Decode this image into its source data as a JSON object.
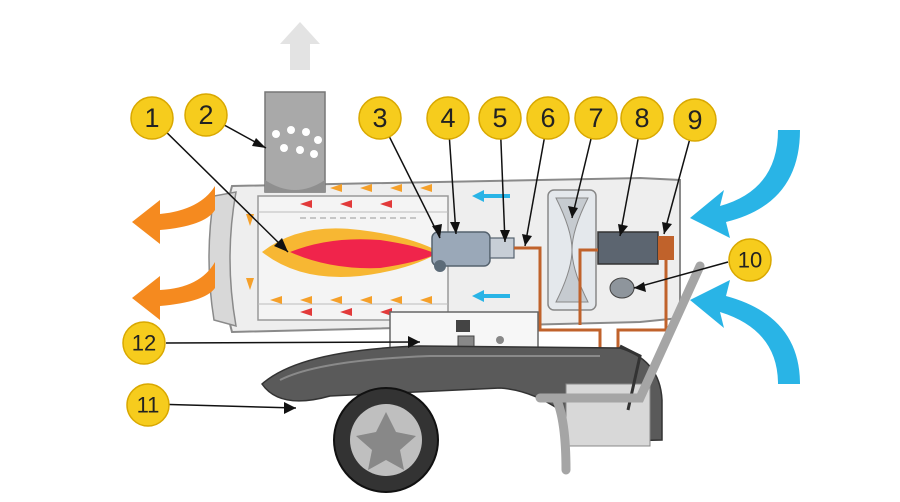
{
  "colors": {
    "callout_fill": "#f6cc1d",
    "callout_stroke": "#d9a800",
    "hot_air": "#f58a1f",
    "cold_air": "#29b4e6",
    "flame_outer": "#f7b733",
    "flame_inner": "#f0244b",
    "fuel_line": "#c0622b",
    "body_outline": "#6b6b6b",
    "chimney": "#a9a9a9",
    "tank": "#5a5a5a"
  },
  "callouts": [
    {
      "label": "1"
    },
    {
      "label": "2"
    },
    {
      "label": "3"
    },
    {
      "label": "4"
    },
    {
      "label": "5"
    },
    {
      "label": "6"
    },
    {
      "label": "7"
    },
    {
      "label": "8"
    },
    {
      "label": "9"
    },
    {
      "label": "10"
    },
    {
      "label": "11"
    },
    {
      "label": "12"
    }
  ]
}
